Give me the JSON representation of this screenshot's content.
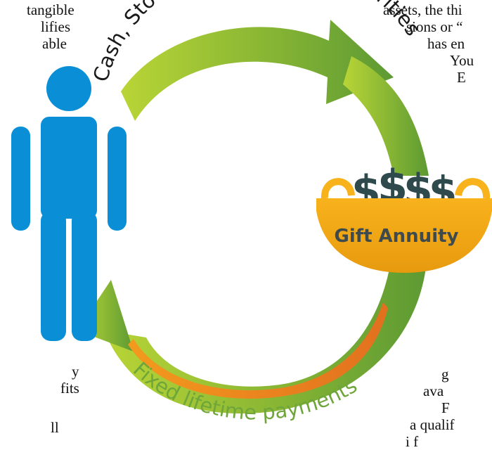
{
  "colors": {
    "person": "#0a8fd6",
    "arrow_green_light": "#b9d536",
    "arrow_green_dark": "#5d9a33",
    "arrow_orange": "#f39a1e",
    "arrow_orange_dark": "#e2701f",
    "bowl": "#f8b21c",
    "bowl_dark": "#e79a0e",
    "dollar": "#2f4a4c",
    "label_text": "#3f4a4c"
  },
  "diagram": {
    "top_arrow_label": "Cash, Stocks, Bonds, Other Securities",
    "bottom_arrow_label": "Fixed lifetime payments",
    "bowl_label": "Gift Annuity",
    "dollar_glyphs": [
      "$",
      "$",
      "$",
      "$"
    ]
  },
  "background_text": {
    "left": [
      "tangible",
      "lifies",
      "able",
      "y",
      "fits",
      "ll"
    ],
    "right": [
      "assets, the thi",
      "sions or “",
      "has en",
      "You",
      "E",
      "g",
      "ava",
      "F",
      "a qualif",
      "i   f"
    ]
  }
}
